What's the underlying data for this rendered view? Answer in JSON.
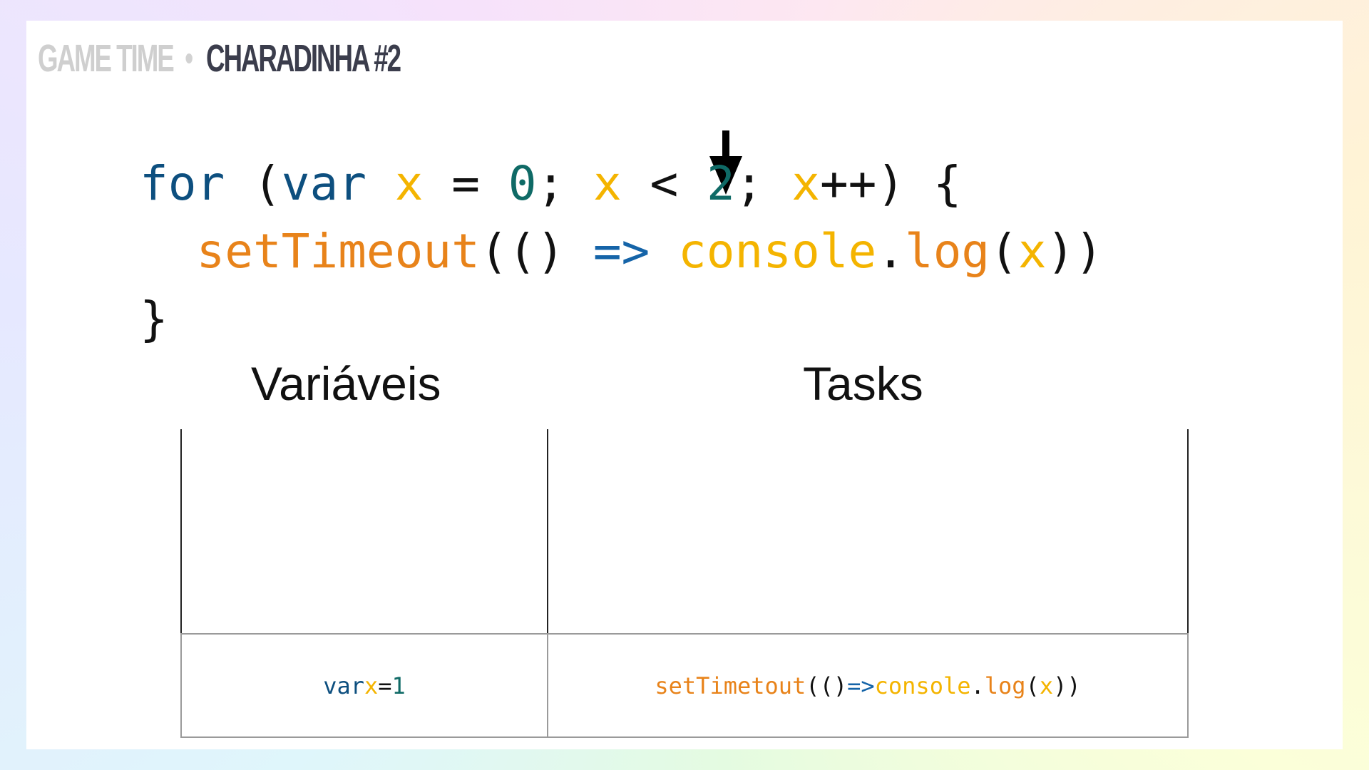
{
  "header": {
    "label": "GAME TIME",
    "title": "CHARADINHA #2"
  },
  "code": {
    "line1": {
      "for": "for",
      "paren_open": "(",
      "var_kw": "var",
      "x1": "x",
      "eq": "=",
      "zero": "0",
      "semi1": ";",
      "x2": "x",
      "lt": "<",
      "two": "2",
      "semi2": ";",
      "x3": "x",
      "inc": "++",
      "paren_close": ")",
      "brace_open": "{"
    },
    "line2": {
      "setTimeout": "setTimeout",
      "open_args": "(()",
      "arrow": "=>",
      "console": "console",
      "dot": ".",
      "log": "log",
      "log_open": "(",
      "x": "x",
      "close": "))"
    },
    "line3": {
      "brace_close": "}"
    }
  },
  "columns": {
    "variables_title": "Variáveis",
    "tasks_title": "Tasks"
  },
  "variables_box": {
    "var_kw": "var",
    "x": "x",
    "eq": "=",
    "value": "1"
  },
  "tasks_box": {
    "fn": "setTimetout",
    "open_args": "(()",
    "arrow": "=>",
    "console": "console",
    "dot": ".",
    "log": "log",
    "log_open": "(",
    "x": "x",
    "close": "))"
  },
  "colors": {
    "keyword": "#0d4f7f",
    "variable": "#f4b400",
    "number": "#0f6a66",
    "function": "#e8831a",
    "arrow": "#1564a8"
  },
  "icons": {
    "pointer": "arrow-down-icon"
  }
}
